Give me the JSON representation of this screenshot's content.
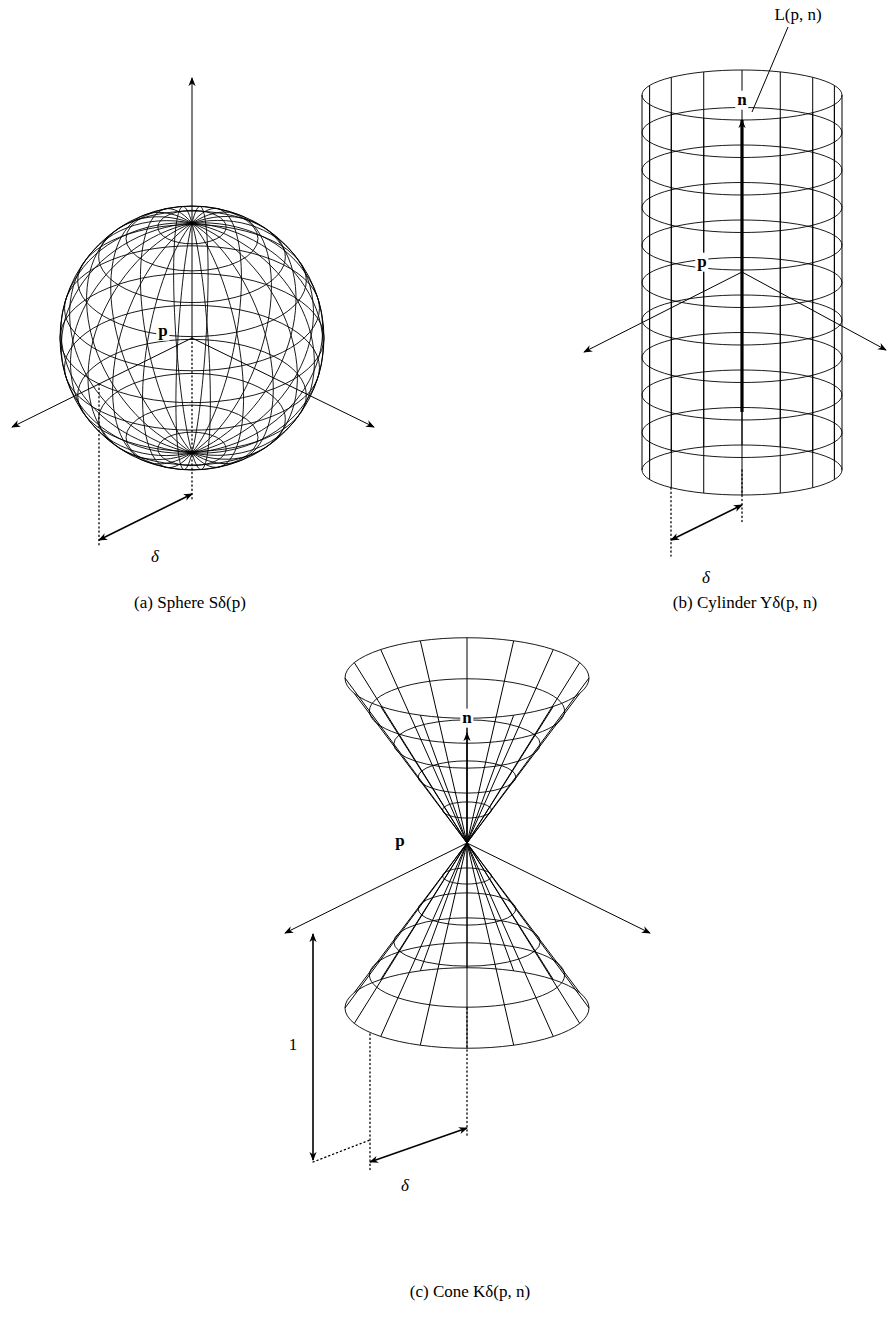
{
  "diagram": {
    "labels": [
      "p",
      "δ",
      "(a) Sphere Sδ(p)",
      "L(p, n)",
      "n",
      "p",
      "δ",
      "(b) Cylinder Yδ(p, n)",
      "n",
      "p",
      "1",
      "δ",
      "(c) Cone Kδ(p, n)"
    ]
  }
}
